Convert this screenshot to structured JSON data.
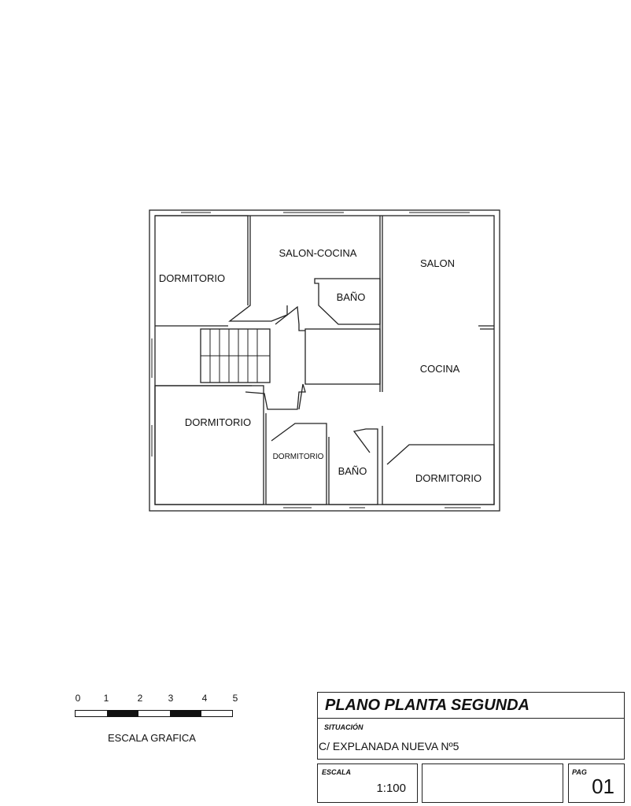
{
  "rooms": [
    {
      "key": "dormitorio_tl",
      "label": "DORMITORIO"
    },
    {
      "key": "salon_cocina",
      "label": "SALON-COCINA"
    },
    {
      "key": "bano_top",
      "label": "BAÑO"
    },
    {
      "key": "salon",
      "label": "SALON"
    },
    {
      "key": "cocina",
      "label": "COCINA"
    },
    {
      "key": "dormitorio_bl",
      "label": "DORMITORIO"
    },
    {
      "key": "dormitorio_bc",
      "label": "DORMITORIO"
    },
    {
      "key": "bano_bottom",
      "label": "BAÑO"
    },
    {
      "key": "dormitorio_br",
      "label": "DORMITORIO"
    }
  ],
  "scale_bar": {
    "ticks": [
      "0",
      "1",
      "2",
      "3",
      "4",
      "5"
    ],
    "caption": "ESCALA GRAFICA"
  },
  "title_block": {
    "title": "PLANO PLANTA SEGUNDA",
    "situacion_label": "SITUACIÓN",
    "situacion_value": "C/ EXPLANADA NUEVA Nº5",
    "escala_label": "ESCALA",
    "escala_value": "1:100",
    "pag_label": "PAG",
    "pag_value": "01"
  },
  "colors": {
    "line": "#222222",
    "fill": "#111111",
    "background": "#ffffff"
  }
}
